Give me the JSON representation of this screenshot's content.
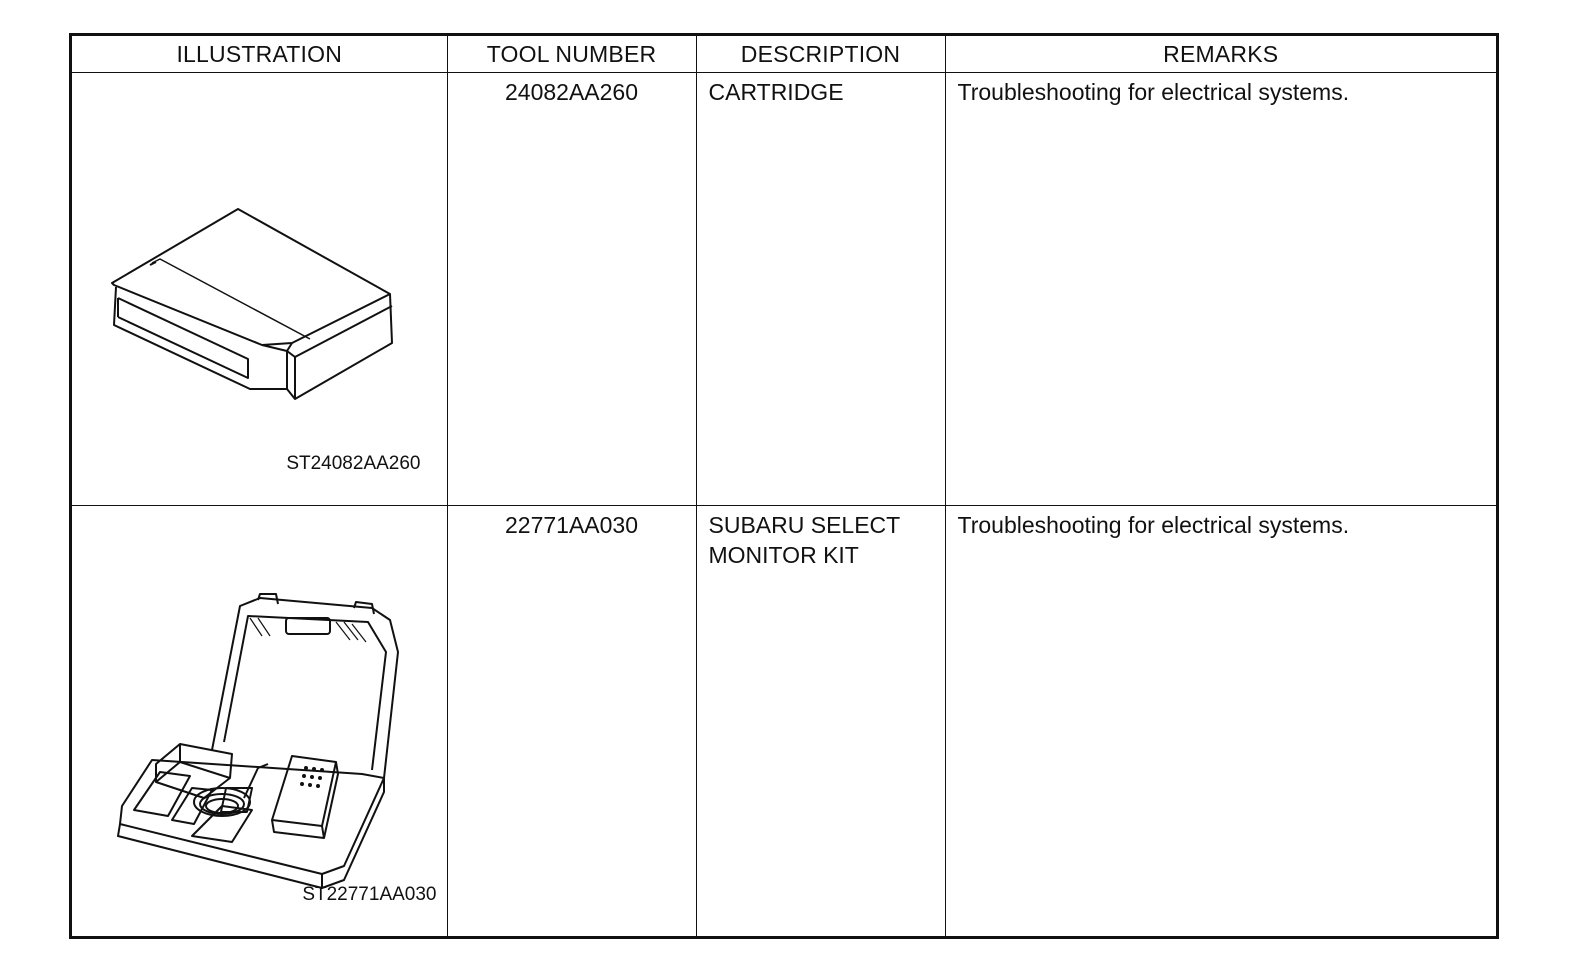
{
  "table": {
    "headers": {
      "illustration": "ILLUSTRATION",
      "tool_number": "TOOL NUMBER",
      "description": "DESCRIPTION",
      "remarks": "REMARKS"
    },
    "rows": [
      {
        "illustration_code": "ST24082AA260",
        "illustration_icon": "cartridge-icon",
        "tool_number": "24082AA260",
        "description_line1": "CARTRIDGE",
        "description_line2": "",
        "remarks": "Troubleshooting for electrical systems."
      },
      {
        "illustration_code": "ST22771AA030",
        "illustration_icon": "monitor-kit-case-icon",
        "tool_number": "22771AA030",
        "description_line1": "SUBARU SELECT",
        "description_line2": "MONITOR KIT",
        "remarks": "Troubleshooting for electrical systems."
      }
    ]
  }
}
